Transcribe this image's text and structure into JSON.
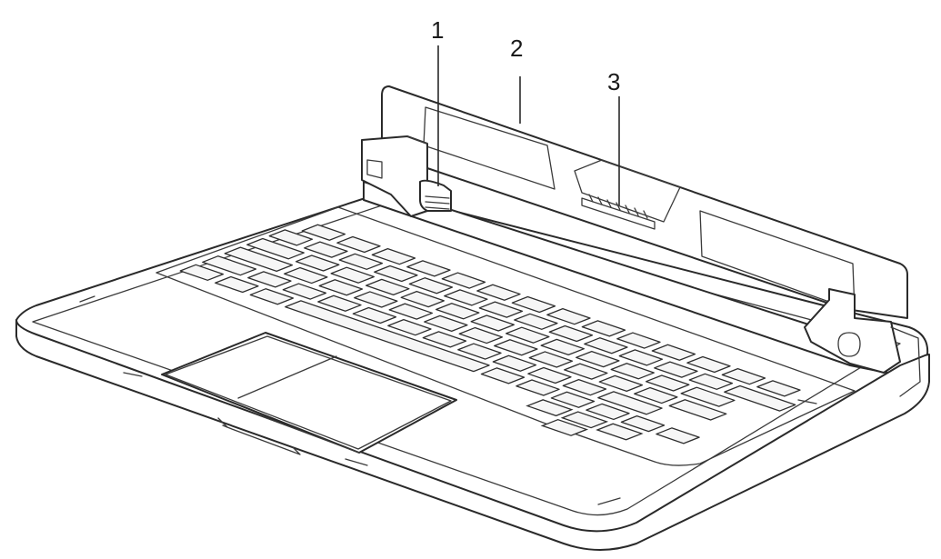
{
  "callouts": [
    {
      "id": "1",
      "label": "1"
    },
    {
      "id": "2",
      "label": "2"
    },
    {
      "id": "3",
      "label": "3"
    }
  ],
  "icons": {
    "keyboard": "docking-keyboard-illustration",
    "touchpad": "touchpad",
    "connector": "docking-connector",
    "latch": "latch-hook"
  },
  "colors": {
    "line": "#2a2a2a",
    "background": "#ffffff"
  }
}
